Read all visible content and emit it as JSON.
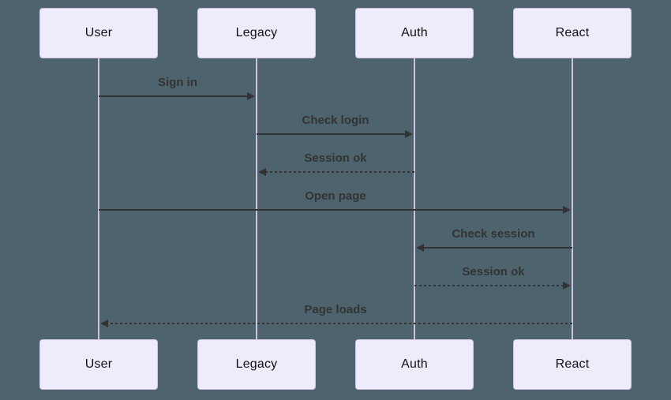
{
  "diagram": {
    "type": "sequence-diagram",
    "actors": [
      {
        "name": "User"
      },
      {
        "name": "Legacy"
      },
      {
        "name": "Auth"
      },
      {
        "name": "React"
      }
    ],
    "messages": [
      {
        "from": "User",
        "to": "Legacy",
        "label": "Sign in",
        "style": "solid"
      },
      {
        "from": "Legacy",
        "to": "Auth",
        "label": "Check login",
        "style": "solid"
      },
      {
        "from": "Auth",
        "to": "Legacy",
        "label": "Session ok",
        "style": "dashed"
      },
      {
        "from": "User",
        "to": "React",
        "label": "Open page",
        "style": "solid"
      },
      {
        "from": "React",
        "to": "Auth",
        "label": "Check session",
        "style": "solid"
      },
      {
        "from": "Auth",
        "to": "React",
        "label": "Session ok",
        "style": "dashed"
      },
      {
        "from": "React",
        "to": "User",
        "label": "Page loads",
        "style": "dashed"
      }
    ],
    "colors": {
      "background": "#4d646e",
      "actor_fill": "#ececfa",
      "actor_border": "#cfc3e6",
      "actor_text": "#111111",
      "lifeline": "#ccc3e3",
      "arrow": "#333333",
      "label_text": "#333333"
    }
  }
}
